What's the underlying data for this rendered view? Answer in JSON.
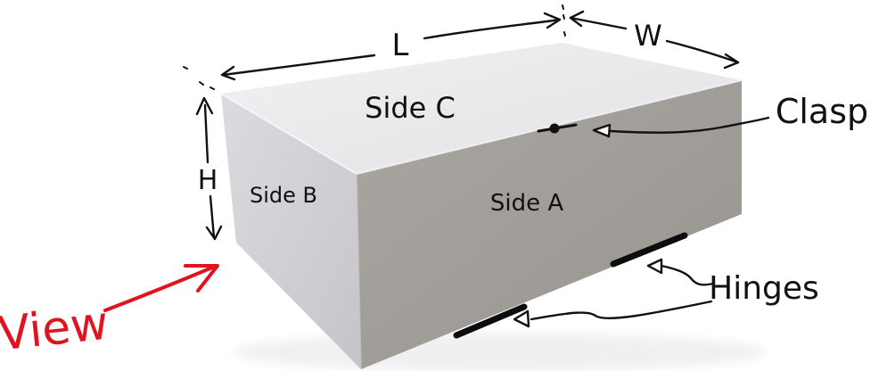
{
  "labels": {
    "length": "L",
    "width": "W",
    "height": "H",
    "side_a": "Side A",
    "side_b": "Side B",
    "side_c": "Side C",
    "clasp": "Clasp",
    "hinges": "Hinges",
    "view": "View"
  },
  "colors": {
    "ink": "#111111",
    "view_arrow": "#e0141e",
    "top_face": "#e9e9eb",
    "side_face": "#a19d99",
    "end_face": "#d3d3d7"
  }
}
